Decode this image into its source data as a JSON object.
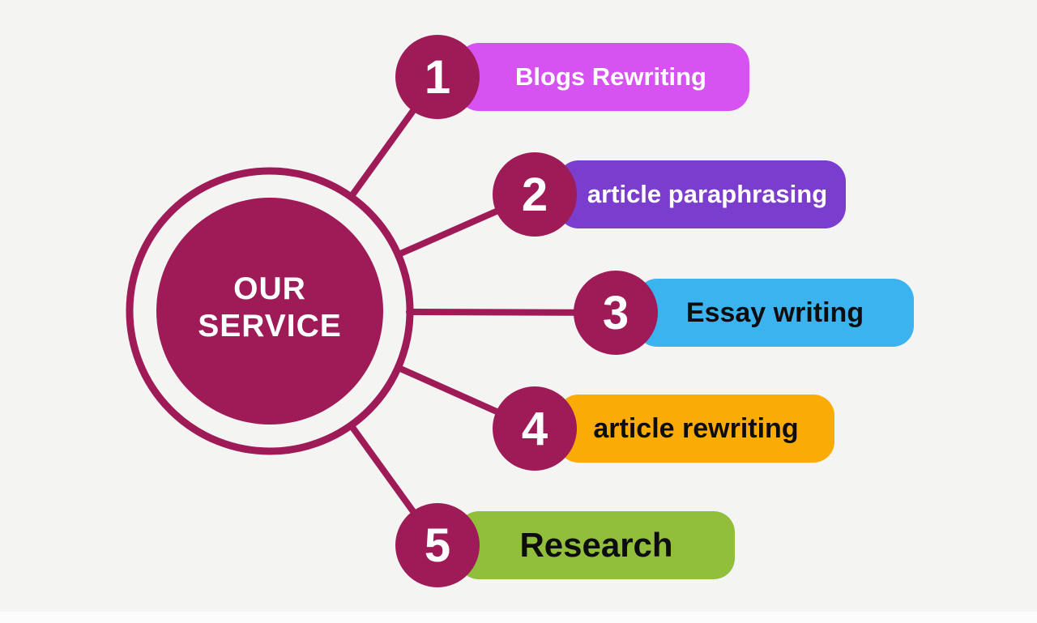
{
  "canvas": {
    "background": "#f4f4f2",
    "bottom_strip_color": "#fcfcfc",
    "accent": "#9e1b58"
  },
  "center": {
    "title_line1": "OUR",
    "title_line2": "SERVICE",
    "text_color": "#ffffff",
    "number_color": "#ffffff"
  },
  "items": [
    {
      "number": "1",
      "label": "Blogs Rewriting",
      "pill_color": "#d653f1",
      "label_color": "#ffffff"
    },
    {
      "number": "2",
      "label": "article paraphrasing",
      "pill_color": "#7b3dce",
      "label_color": "#ffffff"
    },
    {
      "number": "3",
      "label": "Essay writing",
      "pill_color": "#3ab3ef",
      "label_color": "#0d0d0d"
    },
    {
      "number": "4",
      "label": "article rewriting",
      "pill_color": "#fbab05",
      "label_color": "#0d0d0d"
    },
    {
      "number": "5",
      "label": "Research",
      "pill_color": "#92bf3b",
      "label_color": "#0d0d0d"
    }
  ]
}
